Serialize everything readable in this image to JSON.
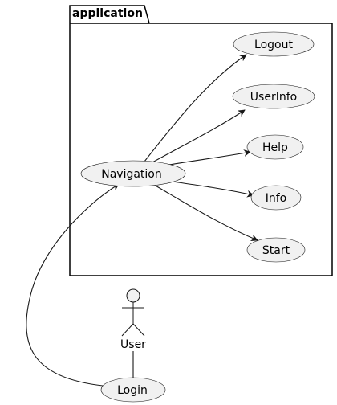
{
  "package": {
    "title": "application"
  },
  "use_cases": {
    "logout": "Logout",
    "userinfo": "UserInfo",
    "help": "Help",
    "info": "Info",
    "start": "Start",
    "navigation": "Navigation",
    "login": "Login"
  },
  "actor": {
    "name": "User"
  },
  "colors": {
    "use_case_fill": "#f1f1f1",
    "stroke": "#181818"
  }
}
